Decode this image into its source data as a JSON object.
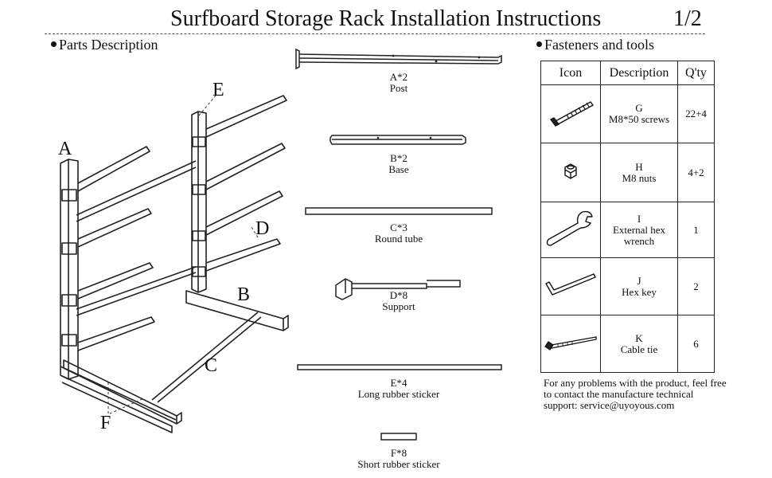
{
  "document": {
    "title": "Surfboard Storage Rack Installation Instructions",
    "page": "1/2"
  },
  "parts_section": {
    "heading": "Parts Description",
    "labels": {
      "a": "A",
      "b": "B",
      "c": "C",
      "d": "D",
      "e": "E",
      "f": "F"
    },
    "parts": [
      {
        "id": "A",
        "code": "A*2",
        "name": "Post"
      },
      {
        "id": "B",
        "code": "B*2",
        "name": "Base"
      },
      {
        "id": "C",
        "code": "C*3",
        "name": "Round tube"
      },
      {
        "id": "D",
        "code": "D*8",
        "name": "Support"
      },
      {
        "id": "E",
        "code": "E*4",
        "name": "Long rubber sticker"
      },
      {
        "id": "F",
        "code": "F*8",
        "name": "Short rubber sticker"
      }
    ]
  },
  "fasteners_section": {
    "heading": "Fasteners and tools",
    "columns": [
      "Icon",
      "Description",
      "Q'ty"
    ],
    "rows": [
      {
        "icon": "screw-icon",
        "letter": "G",
        "description": "M8*50 screws",
        "qty": "22+4"
      },
      {
        "icon": "nut-icon",
        "letter": "H",
        "description": "M8 nuts",
        "qty": "4+2"
      },
      {
        "icon": "wrench-icon",
        "letter": "I",
        "description": "External hex wrench",
        "qty": "1"
      },
      {
        "icon": "hex-key-icon",
        "letter": "J",
        "description": "Hex key",
        "qty": "2"
      },
      {
        "icon": "cable-tie-icon",
        "letter": "K",
        "description": "Cable tie",
        "qty": "6"
      }
    ]
  },
  "contact": {
    "text": "For any problems with the product, feel free to contact the manufacture technical support: service@uyoyous.com"
  }
}
